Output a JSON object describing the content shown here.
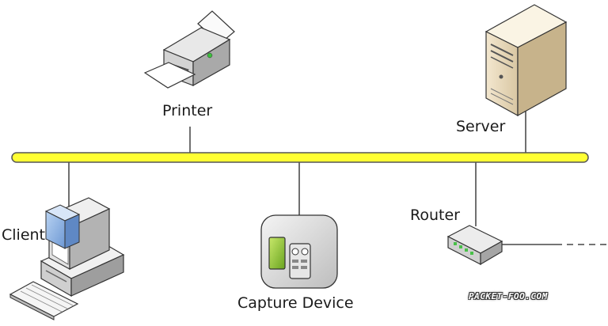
{
  "devices": {
    "printer": {
      "label": "Printer",
      "icon": "printer-icon"
    },
    "server": {
      "label": "Server",
      "icon": "server-icon"
    },
    "client": {
      "label": "Client",
      "icon": "workstation-icon"
    },
    "capture": {
      "label": "Capture Device",
      "icon": "capture-device-icon"
    },
    "router": {
      "label": "Router",
      "icon": "router-icon"
    }
  },
  "network": {
    "bus_color": "#ffff33",
    "bus_outline": "#555555",
    "line_color": "#222222"
  },
  "watermark": "PACKET-FOO.COM"
}
